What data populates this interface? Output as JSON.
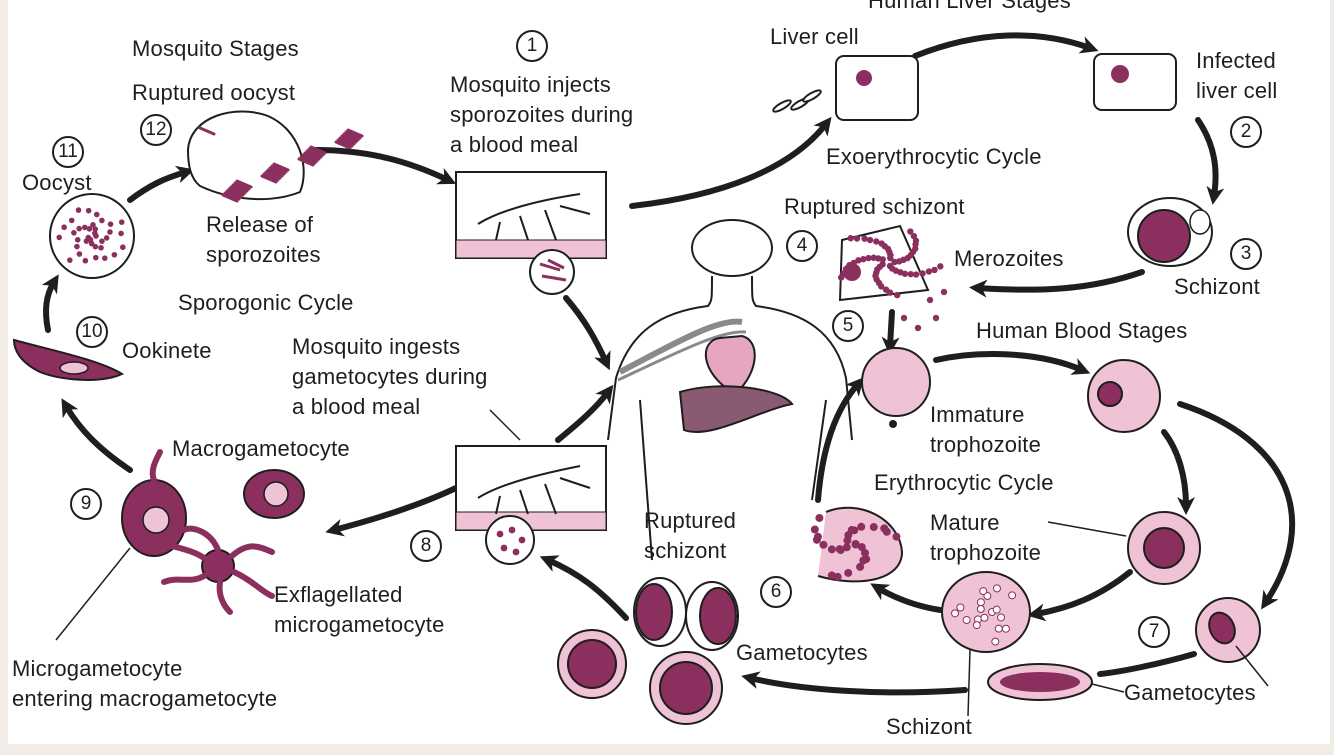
{
  "diagram": {
    "colors": {
      "ink": "#1e1e1e",
      "parasite": "#8b2f5e",
      "rbc": "#f0c2d6",
      "liver": "#8a5a72",
      "heart": "#e6a6c2",
      "background": "#ffffff",
      "border": "#f1ede6"
    },
    "labels": {
      "human_liver_stages": "Human Liver Stages",
      "liver_cell": "Liver cell",
      "infected_liver_cell": "Infected\nliver cell",
      "exoerythrocytic_cycle": "Exoerythrocytic Cycle",
      "ruptured_schizont_top": "Ruptured schizont",
      "merozoites": "Merozoites",
      "schizont_3": "Schizont",
      "human_blood_stages": "Human Blood Stages",
      "immature_trophozoite": "Immature\ntrophozoite",
      "erythrocytic_cycle": "Erythrocytic Cycle",
      "mature_trophozoite": "Mature\ntrophozoite",
      "ruptured_schizont_6": "Ruptured\nschizont",
      "schizont_bottom": "Schizont",
      "gametocytes_7": "Gametocytes",
      "gametocytes_bottom": "Gametocytes",
      "mosquito_stages": "Mosquito Stages",
      "ruptured_oocyst": "Ruptured oocyst",
      "mosquito_injects": "Mosquito injects\nsporozoites during\na blood meal",
      "oocyst": "Oocyst",
      "release_of_sporozoites": "Release of\nsporozoites",
      "sporogonic_cycle": "Sporogonic Cycle",
      "ookinete": "Ookinete",
      "mosquito_ingests": "Mosquito ingests\ngametocytes during\na blood meal",
      "macrogametocyte": "Macrogametocyte",
      "exflagellated": "Exflagellated\nmicrogametocyte",
      "microgametocyte_entering": "Microgametocyte\nentering macrogametocyte"
    },
    "steps": [
      "1",
      "2",
      "3",
      "4",
      "5",
      "6",
      "7",
      "8",
      "9",
      "10",
      "11",
      "12"
    ]
  }
}
